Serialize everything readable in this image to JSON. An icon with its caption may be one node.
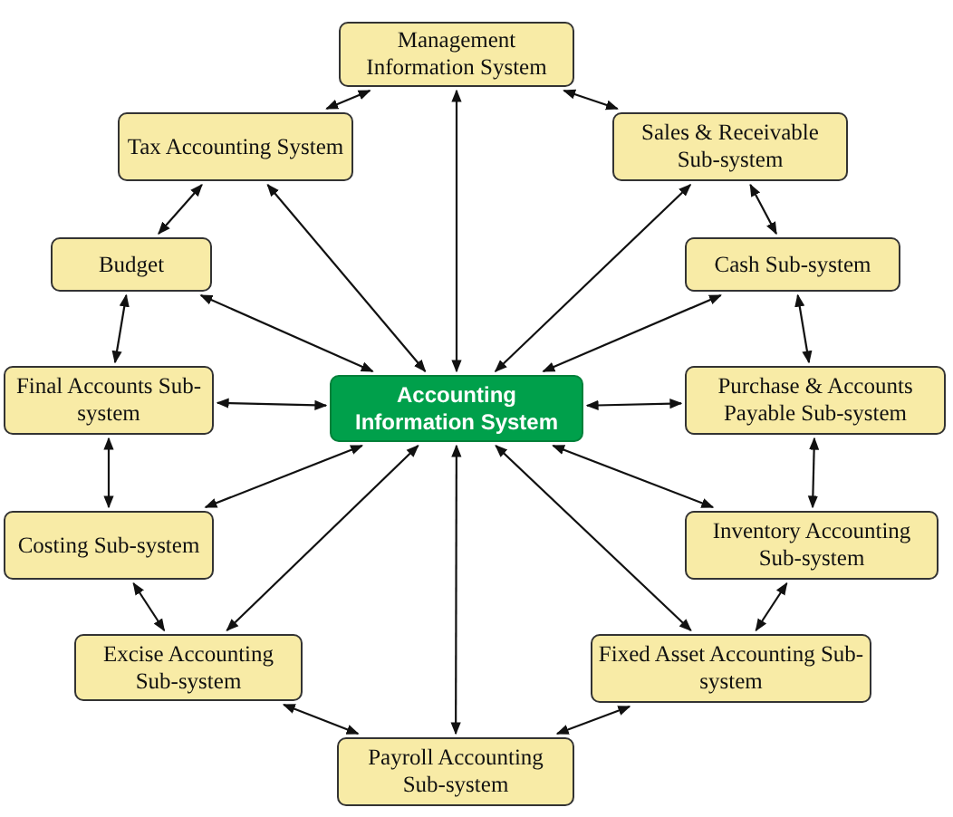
{
  "diagram": {
    "nodes": [
      {
        "text": [
          "Accounting Information System"
        ]
      },
      {
        "text": [
          "Management Information System"
        ]
      },
      {
        "text": [
          "Sales & Receivable Sub-system"
        ]
      },
      {
        "text": [
          "Cash Sub-system"
        ]
      },
      {
        "text": [
          "Purchase & Accounts Payable Sub-system"
        ]
      },
      {
        "text": [
          "Inventory Accounting Sub-system"
        ]
      },
      {
        "text": [
          "Fixed Asset Accounting Sub-system"
        ]
      },
      {
        "text": [
          "Payroll Accounting Sub-system"
        ]
      },
      {
        "text": [
          "Excise Accounting Sub-system"
        ]
      },
      {
        "text": [
          "Costing Sub-system"
        ]
      },
      {
        "text": [
          "Final Accounts Sub-system"
        ]
      },
      {
        "text": [
          "Budget"
        ]
      },
      {
        "text": [
          "Tax Accounting System"
        ]
      }
    ],
    "edges": [
      {
        "from": 0,
        "to": 1,
        "arrow": "both"
      },
      {
        "from": 0,
        "to": 2,
        "arrow": "both"
      },
      {
        "from": 0,
        "to": 3,
        "arrow": "both"
      },
      {
        "from": 0,
        "to": 4,
        "arrow": "both"
      },
      {
        "from": 0,
        "to": 5,
        "arrow": "both"
      },
      {
        "from": 0,
        "to": 6,
        "arrow": "both"
      },
      {
        "from": 0,
        "to": 7,
        "arrow": "both"
      },
      {
        "from": 0,
        "to": 8,
        "arrow": "both"
      },
      {
        "from": 0,
        "to": 9,
        "arrow": "both"
      },
      {
        "from": 0,
        "to": 10,
        "arrow": "both"
      },
      {
        "from": 0,
        "to": 11,
        "arrow": "both"
      },
      {
        "from": 0,
        "to": 12,
        "arrow": "both"
      },
      {
        "from": 1,
        "to": 2,
        "arrow": "both"
      },
      {
        "from": 2,
        "to": 3,
        "arrow": "both"
      },
      {
        "from": 3,
        "to": 4,
        "arrow": "both"
      },
      {
        "from": 4,
        "to": 5,
        "arrow": "both"
      },
      {
        "from": 5,
        "to": 6,
        "arrow": "both"
      },
      {
        "from": 6,
        "to": 7,
        "arrow": "both"
      },
      {
        "from": 7,
        "to": 8,
        "arrow": "both"
      },
      {
        "from": 8,
        "to": 9,
        "arrow": "both"
      },
      {
        "from": 9,
        "to": 10,
        "arrow": "both"
      },
      {
        "from": 10,
        "to": 11,
        "arrow": "both"
      },
      {
        "from": 11,
        "to": 12,
        "arrow": "both"
      },
      {
        "from": 12,
        "to": 1,
        "arrow": "both"
      }
    ]
  }
}
